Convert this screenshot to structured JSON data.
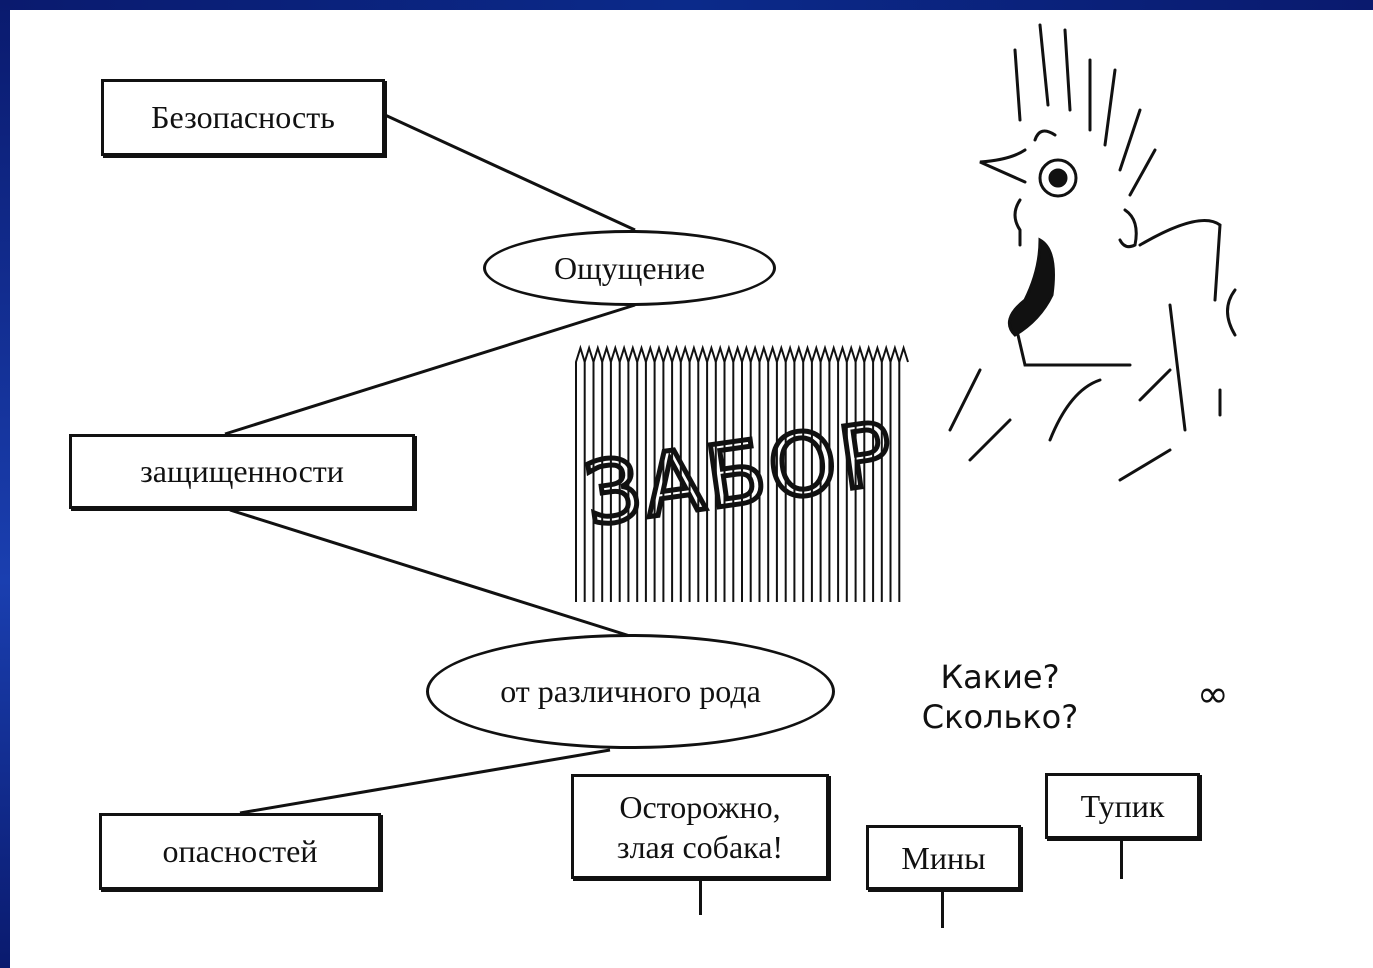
{
  "chain": {
    "n1": "Безопасность",
    "n2": "Ощущение",
    "n3": "защищенности",
    "n4": "от различного рода",
    "n5": "опасностей"
  },
  "fence_text": "ЗАБОР",
  "questions": {
    "line1": "Какие?",
    "line2": "Сколько?"
  },
  "infinity_symbol": "∞",
  "signs": {
    "dog_line1": "Осторожно,",
    "dog_line2": "злая собака!",
    "mines": "Мины",
    "deadend": "Тупик"
  },
  "colors": {
    "frame": "#0b2a8a",
    "ink": "#111111",
    "paper": "#ffffff"
  }
}
